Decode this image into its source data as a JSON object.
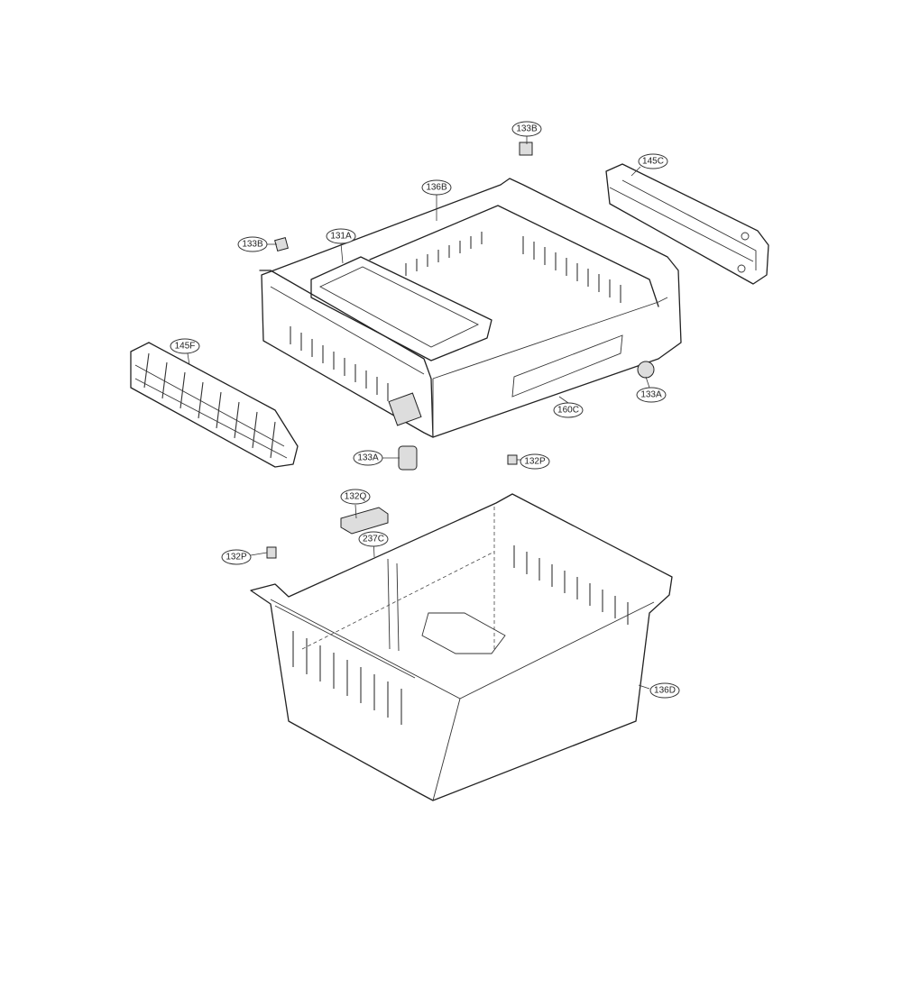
{
  "callouts": {
    "p133B_top": "133B",
    "p145C": "145C",
    "p136B": "136B",
    "p133B_left": "133B",
    "p131A": "131A",
    "p145F": "145F",
    "p133A_right": "133A",
    "p160C": "160C",
    "p133A_mid": "133A",
    "p132P_right": "132P",
    "p132Q": "132Q",
    "p237C": "237C",
    "p132P_left": "132P",
    "p136D": "136D"
  }
}
